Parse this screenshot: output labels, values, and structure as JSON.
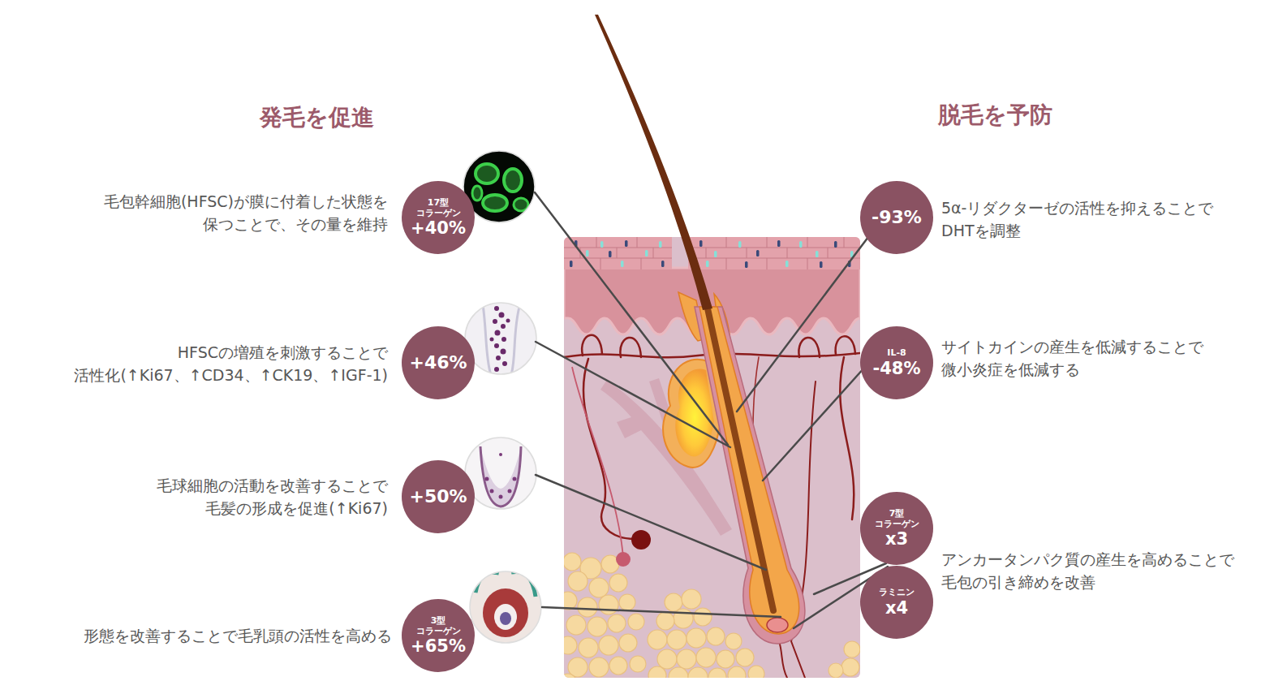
{
  "diagram": {
    "nodes": [
      {
        "text": [
          "17型 コラーゲン",
          "+40%"
        ]
      },
      {
        "text": [
          "+46%"
        ]
      },
      {
        "text": [
          "+50%"
        ]
      },
      {
        "text": [
          "3型 コラーゲン",
          "+65%"
        ]
      },
      {
        "text": [
          "-93%"
        ]
      },
      {
        "text": [
          "IL-8",
          "-48%"
        ]
      },
      {
        "text": [
          "7型 コラーゲン",
          "x3"
        ]
      },
      {
        "text": [
          "ラミニン",
          "x4"
        ]
      }
    ],
    "labels": [
      "発毛を促進",
      "毛包幹細胞(HFSC)が膜に付着した状態を 保つことで、その量を維持",
      "HFSCの増殖を刺激することで 活性化(↑Ki67、↑CD34、↑CK19、↑IGF-1)",
      "毛球細胞の活動を改善することで 毛髪の形成を促進(↑Ki67)",
      "形態を改善することで毛乳頭の活性を高める",
      "脱毛を予防",
      "5α-リダクターゼの活性を抑えることで DHTを調整",
      "サイトカインの産生を低減することで 微小炎症を低減する",
      "アンカータンパク質の産生を高めることで 毛包の引き締めを改善"
    ]
  }
}
